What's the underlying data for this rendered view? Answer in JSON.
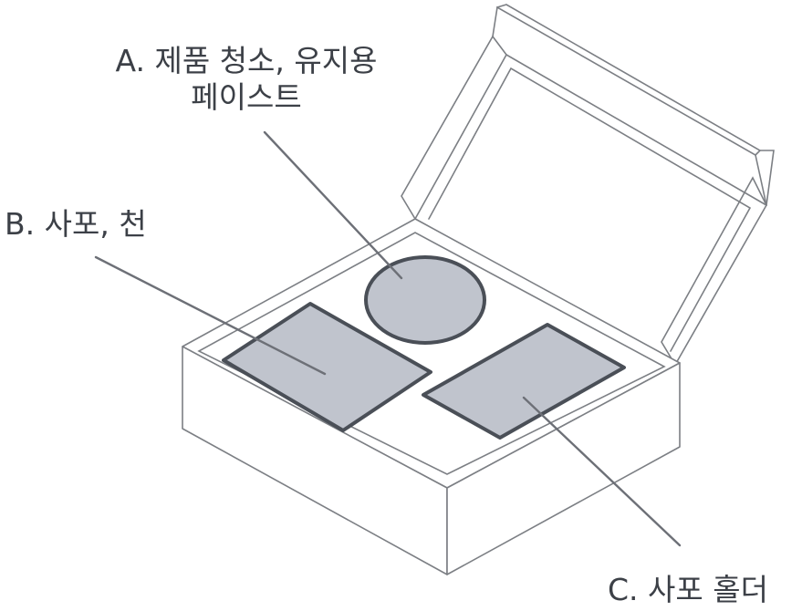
{
  "labels": {
    "a_line1": "A. 제품 청소, 유지용",
    "a_line2": "페이스트",
    "b": "B. 사포, 천",
    "c": "C. 사포 홀더"
  },
  "colors": {
    "outline": "#7c7f84",
    "item_fill": "#c0c4cd",
    "item_stroke": "#4a4f57",
    "leader": "#6d7077",
    "text": "#3c4047"
  }
}
